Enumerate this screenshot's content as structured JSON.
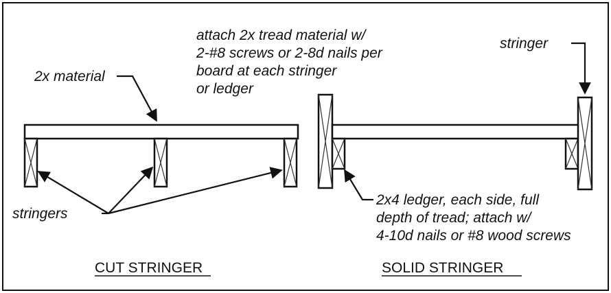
{
  "labels": {
    "two_x_material": "2x material",
    "attach_lines": [
      "attach 2x tread material w/",
      "2-#8 screws or 2-8d nails per",
      "board at each stringer",
      "or ledger"
    ],
    "stringer": "stringer",
    "stringers": "stringers",
    "ledger_lines": [
      "2x4 ledger, each side, full",
      "depth of tread; attach w/",
      "4-10d nails or #8 wood screws"
    ]
  },
  "captions": {
    "cut": "CUT STRINGER",
    "solid": "SOLID STRINGER"
  },
  "colors": {
    "ink": "#111111",
    "background": "#ffffff"
  }
}
